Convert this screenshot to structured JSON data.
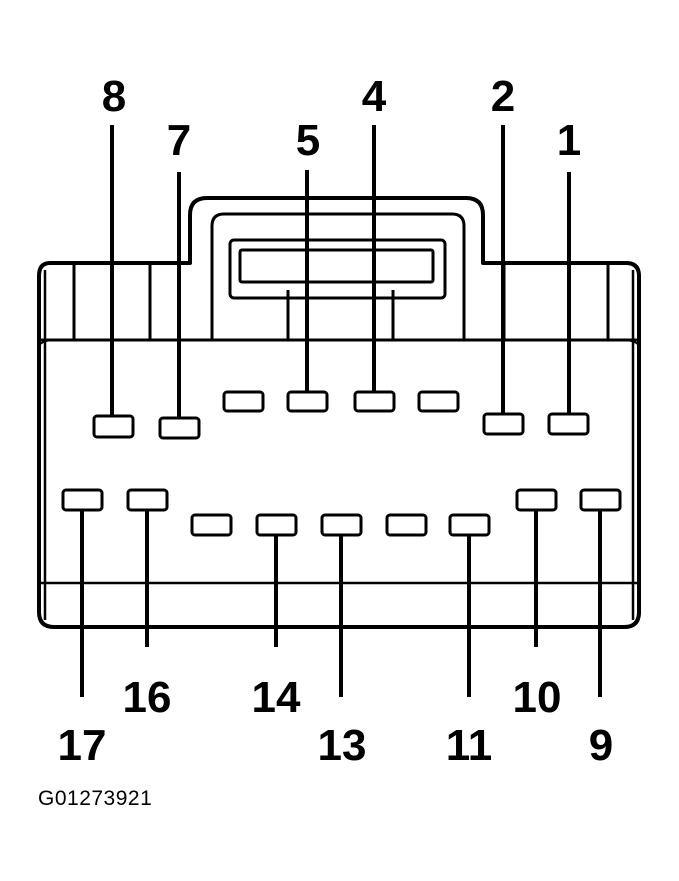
{
  "diagram": {
    "figure_code": "G01273921",
    "line_color": "#000000",
    "background_color": "#ffffff",
    "top_row_pins": [
      {
        "label": "8"
      },
      {
        "label": "7"
      },
      {
        "label": ""
      },
      {
        "label": "5"
      },
      {
        "label": "4"
      },
      {
        "label": ""
      },
      {
        "label": "2"
      },
      {
        "label": "1"
      }
    ],
    "bottom_row_pins": [
      {
        "label": "17"
      },
      {
        "label": "16"
      },
      {
        "label": ""
      },
      {
        "label": "14"
      },
      {
        "label": "13"
      },
      {
        "label": ""
      },
      {
        "label": "11"
      },
      {
        "label": "10"
      },
      {
        "label": "9"
      }
    ]
  }
}
